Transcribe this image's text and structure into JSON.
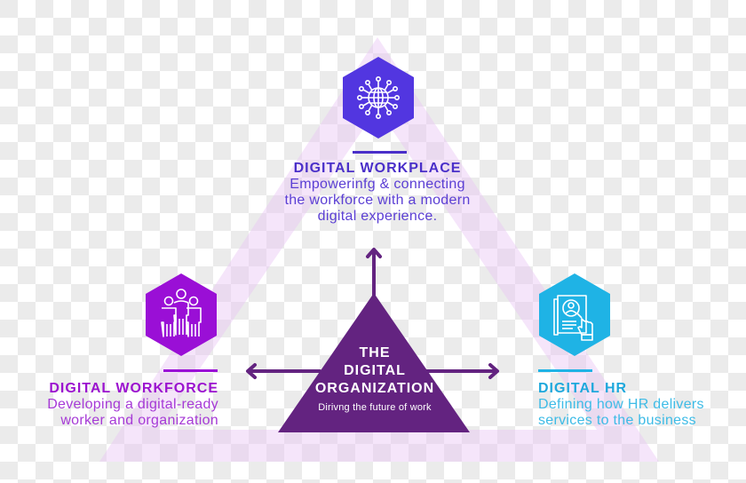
{
  "colors": {
    "workplace": "#5236e0",
    "workforce": "#9a0fd6",
    "hr": "#1fb3e5",
    "center": "#632380",
    "band": "#f1dcf9"
  },
  "center": {
    "line1": "THE",
    "line2": "DIGITAL",
    "line3": "ORGANIZATION",
    "subtitle": "Dirivng the future of work"
  },
  "nodes": {
    "workplace": {
      "icon": "globe-network-icon",
      "title": "DIGITAL WORKPLACE",
      "desc_lines": [
        "Empowerinfg & connecting",
        "the workforce with a modern",
        "digital experience."
      ]
    },
    "workforce": {
      "icon": "people-group-icon",
      "title": "DIGITAL WORKFORCE",
      "desc_lines": [
        "Developing a digital-ready",
        "worker and organization"
      ]
    },
    "hr": {
      "icon": "profile-search-icon",
      "title": "DIGITAL HR",
      "desc_lines": [
        "Defining how HR delivers",
        "services to the business"
      ]
    }
  }
}
